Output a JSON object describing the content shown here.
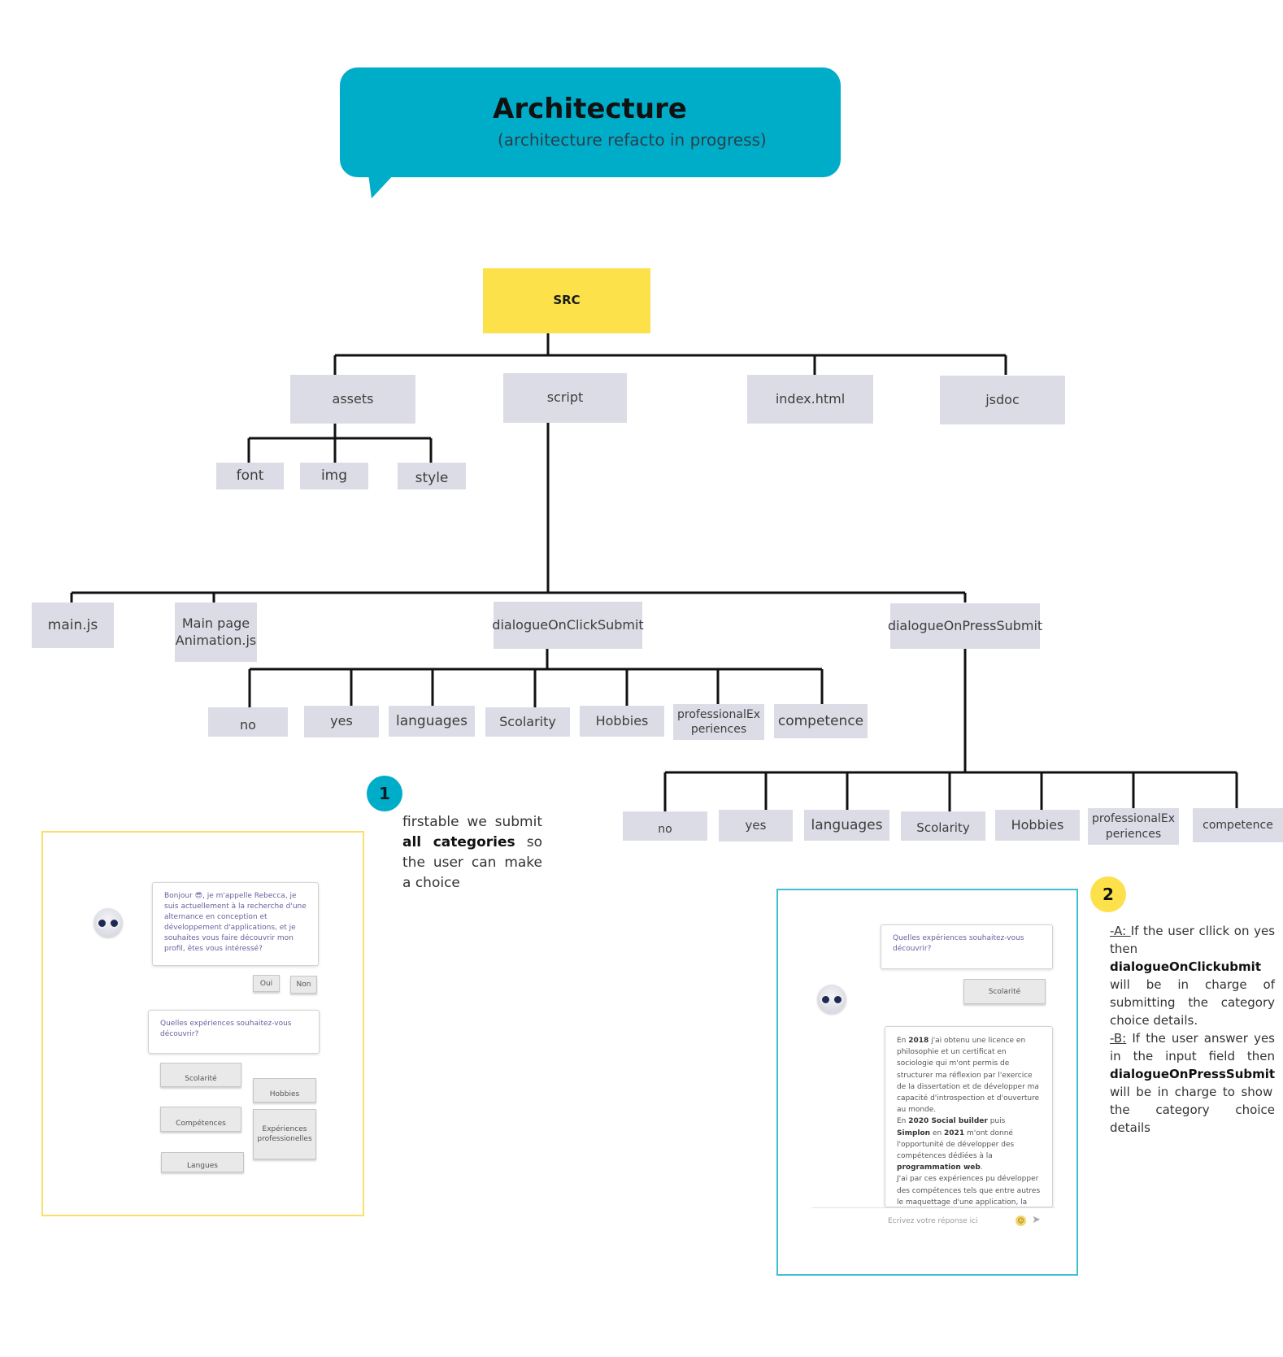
{
  "header": {
    "title": "Architecture",
    "subtitle": "(architecture refacto in progress)"
  },
  "tree": {
    "root": "SRC",
    "level1": [
      "assets",
      "script",
      "index.html",
      "jsdoc"
    ],
    "assets_children": [
      "font",
      "img",
      "style"
    ],
    "script_children": [
      "main.js",
      "Main page Animation.js",
      "dialogueOnClickSubmit",
      "dialogueOnPressSubmit"
    ],
    "click_children": [
      "no",
      "yes",
      "languages",
      "Scolarity",
      "Hobbies",
      "professionalExperiences",
      "competence"
    ],
    "click_children_display": [
      "no",
      "yes",
      "languages",
      "Scolarity",
      "Hobbies",
      "professionalEx periences",
      "competence"
    ],
    "press_children_display": [
      "no",
      "yes",
      "languages",
      "Scolarity",
      "Hobbies",
      "professionalEx periences",
      "competence"
    ],
    "main_page_line1": "Main page",
    "main_page_line2": "Animation.js",
    "prof_line1": "professionalEx",
    "prof_line2": "periences"
  },
  "step1": {
    "badge": "1",
    "text_parts": [
      "firstable we submit ",
      "all categories",
      " so the user can make a choice"
    ]
  },
  "step2": {
    "badge": "2",
    "a_label": "-A: ",
    "a_text1": "If the user cllick on yes then ",
    "a_bold": "dialogueOnClickubmit",
    "a_text2": " will be in charge of submitting the category choice details.",
    "b_label": "-B:",
    "b_text1": " If the user answer yes in the input field then ",
    "b_bold": "dialogueOnPressSubmit",
    "b_text2": " will be in charge to show the category choice details"
  },
  "screenshot1": {
    "intro": "Bonjour 😎, je m'appelle Rebecca, je suis actuellement à la recherche d'une alternance en conception et développement d'applications, et je souhaites vous faire découvrir mon profil, êtes vous intéressé?",
    "oui": "Oui",
    "non": "Non",
    "question": "Quelles expériences souhaitez-vous découvrir?",
    "buttons": [
      "Scolarité",
      "Hobbies",
      "Compétences",
      "Expériences professionelles",
      "Langues"
    ]
  },
  "screenshot2": {
    "question": "Quelles expériences souhaitez-vous découvrir?",
    "choice": "Scolarité",
    "p1_a": "En ",
    "p1_y1": "2018",
    "p1_b": " j'ai obtenu une licence en philosophie et un certificat en sociologie qui m'ont permis de structurer ma réflexion par l'exercice de la dissertation et de développer ma capacité d'introspection et d'ouverture au monde.",
    "p2_a": "En ",
    "p2_y1": "2020 Social builder",
    "p2_b": " puis ",
    "p2_c": "Simplon",
    "p2_d": " en ",
    "p2_y2": "2021",
    "p2_e": " m'ont donné l'opportunité de développer des compétences dédiées à la ",
    "p2_f": "programmation web",
    "p2_g": ".",
    "p3": "J'ai par ces expériences pu développer des compétences tels que entre autres le maquettage d'une application, la",
    "input_placeholder": "Ecrivez votre réponse ici"
  },
  "colors": {
    "bubble": "#00adc9",
    "root": "#fce14b",
    "node": "#dcdce6",
    "badge1": "#00adc9",
    "badge2": "#fce14b"
  }
}
